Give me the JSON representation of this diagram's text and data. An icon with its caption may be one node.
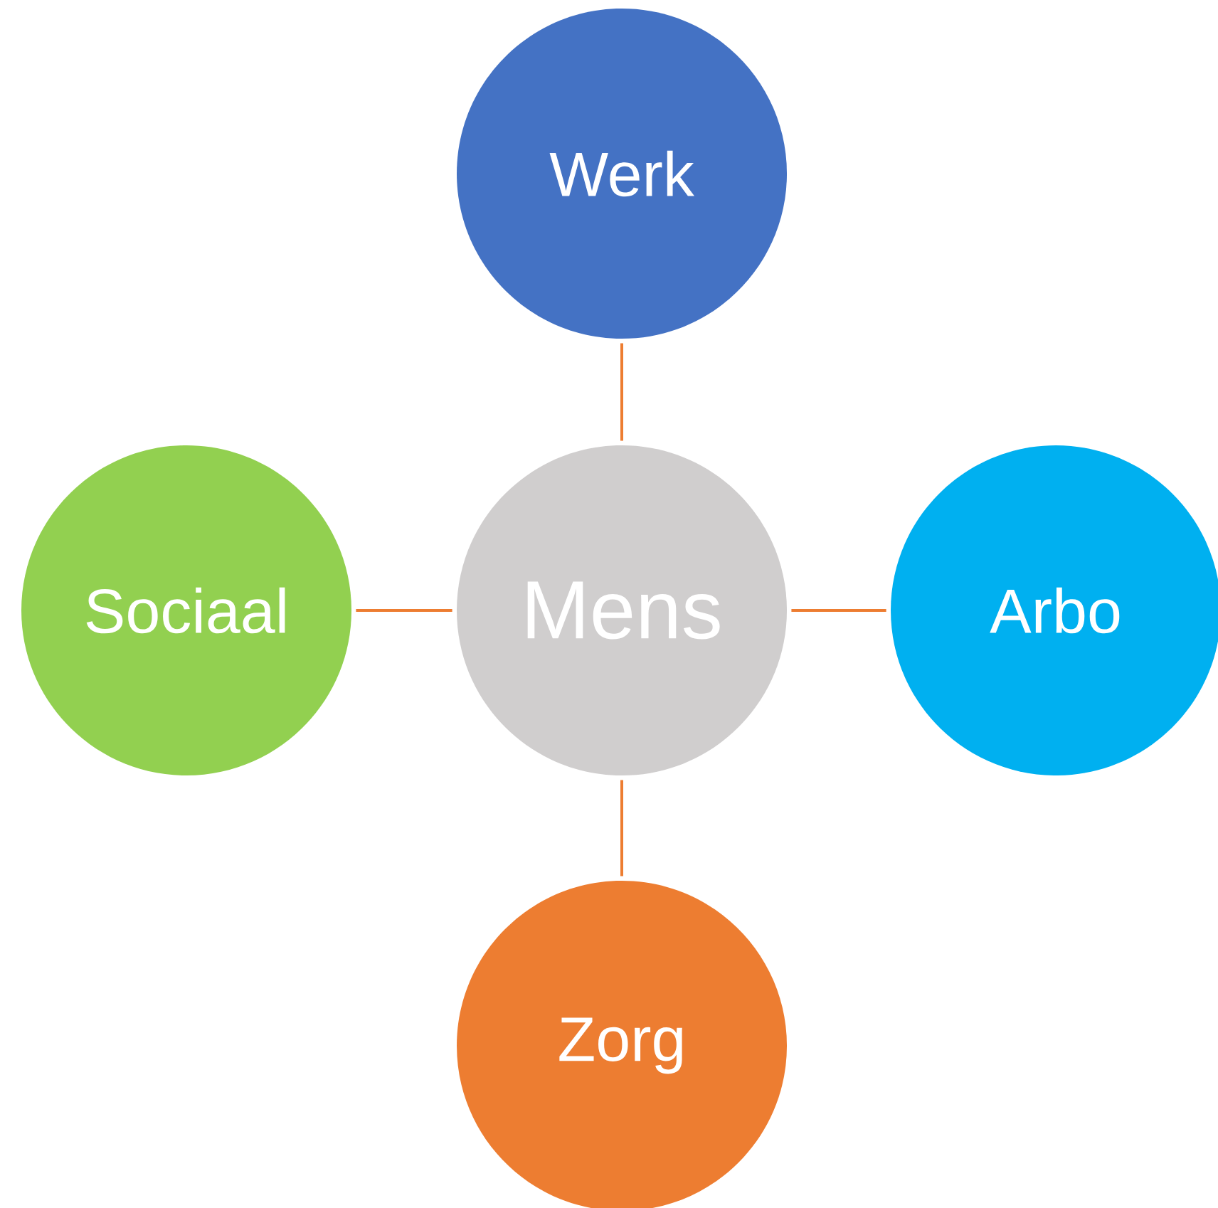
{
  "diagram": {
    "nodes": [
      {
        "text": [
          "Werk"
        ]
      },
      {
        "text": [
          "Sociaal"
        ]
      },
      {
        "text": [
          "Mens"
        ]
      },
      {
        "text": [
          "Arbo"
        ]
      },
      {
        "text": [
          "Zorg"
        ]
      }
    ],
    "edges": [
      {
        "from": 2,
        "to": 0,
        "arrow": "none"
      },
      {
        "from": 1,
        "to": 2,
        "arrow": "none"
      },
      {
        "from": 2,
        "to": 3,
        "arrow": "none"
      },
      {
        "from": 2,
        "to": 4,
        "arrow": "none"
      }
    ]
  }
}
